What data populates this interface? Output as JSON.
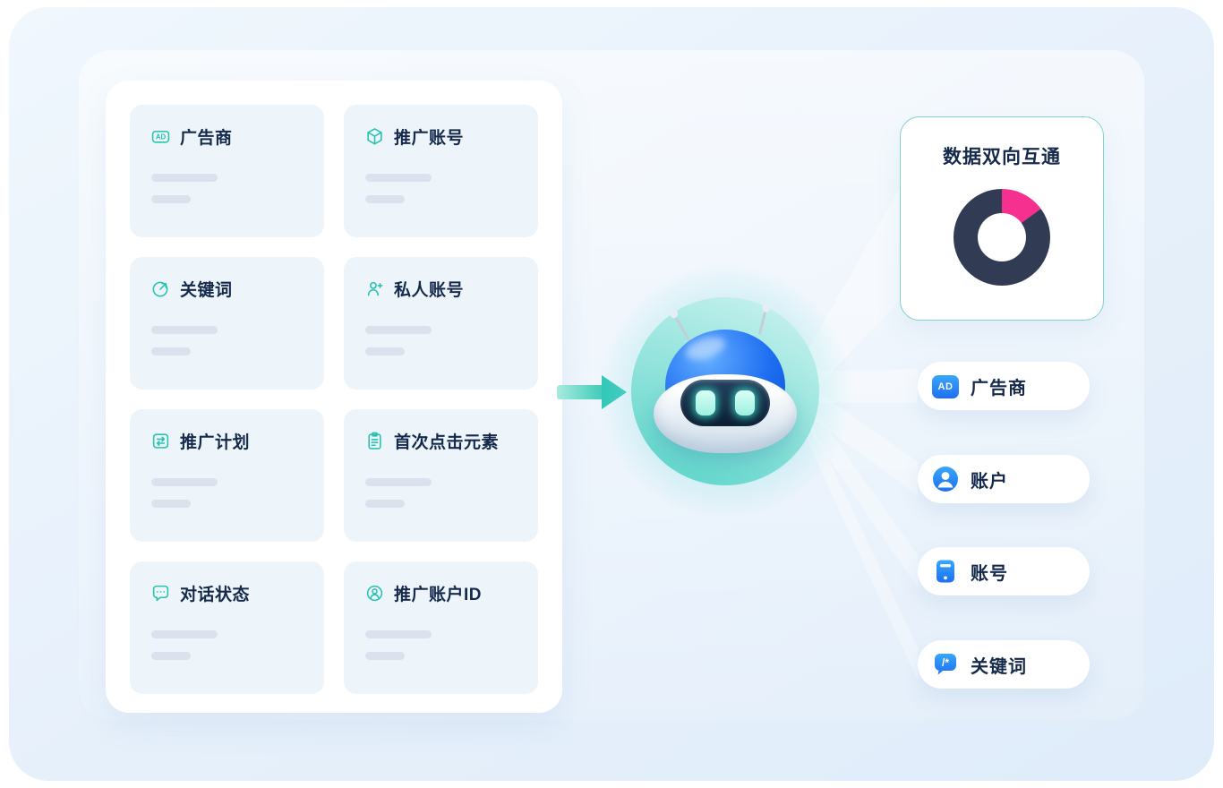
{
  "left_panel": {
    "cards": [
      {
        "label": "广告商",
        "icon": "ad-badge-icon",
        "icon_text": "AD"
      },
      {
        "label": "推广账号",
        "icon": "cube-icon"
      },
      {
        "label": "关键词",
        "icon": "target-arrow-icon"
      },
      {
        "label": "私人账号",
        "icon": "person-plus-icon"
      },
      {
        "label": "推广计划",
        "icon": "transfer-icon"
      },
      {
        "label": "首次点击元素",
        "icon": "clipboard-icon"
      },
      {
        "label": "对话状态",
        "icon": "chat-bubble-icon"
      },
      {
        "label": "推广账户ID",
        "icon": "person-circle-icon"
      }
    ]
  },
  "center": {
    "robot": "robot-mascot",
    "arrow": "flow-arrow"
  },
  "right_panel": {
    "data_card": {
      "title": "数据双向互通"
    },
    "pills": [
      {
        "label": "广告商",
        "icon": "ad-icon",
        "icon_text": "AD"
      },
      {
        "label": "账户",
        "icon": "user-icon"
      },
      {
        "label": "账号",
        "icon": "device-icon"
      },
      {
        "label": "关键词",
        "icon": "keyword-chat-icon",
        "icon_text": "/*"
      }
    ]
  },
  "chart_data": {
    "type": "pie",
    "donut": true,
    "title": "数据双向互通",
    "slices": [
      {
        "name": "highlight-segment",
        "value": 15,
        "color": "#F5308F"
      },
      {
        "name": "base-segment",
        "value": 85,
        "color": "#323B54"
      }
    ],
    "legend_position": "none"
  },
  "colors": {
    "accent_teal": "#2AC3B2",
    "brand_blue": "#1E6EF2",
    "pink": "#F5308F",
    "navy": "#323B54",
    "background": "#E6F0FB"
  }
}
